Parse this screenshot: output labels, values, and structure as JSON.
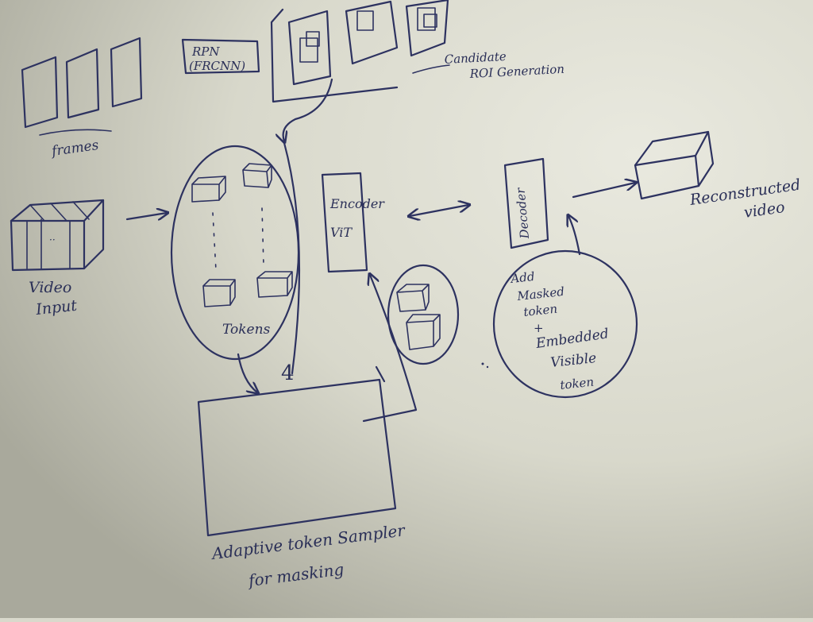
{
  "labels": {
    "frames": "frames",
    "rpn_line1": "RPN",
    "rpn_line2": "(FRCNN)",
    "candidate_line1": "Candidate",
    "candidate_line2": "ROI Generation",
    "video_input_line1": "Video",
    "video_input_line2": "Input",
    "tokens": "Tokens",
    "encoder_line1": "Encoder",
    "encoder_line2": "ViT",
    "decoder": "Decoder",
    "reconstructed_line1": "Reconstructed",
    "reconstructed_line2": "video",
    "add_line1": "Add",
    "add_line2": "Masked",
    "add_line3": "token",
    "add_line4": "+",
    "add_line5": "Embedded",
    "add_line6": "Visible",
    "add_line7": "token",
    "sampler_line1": "Adaptive token Sampler",
    "sampler_line2": "for masking",
    "mark_4": "4"
  },
  "colors": {
    "ink": "#2d3260",
    "whiteboard": "#d9d9cc"
  }
}
